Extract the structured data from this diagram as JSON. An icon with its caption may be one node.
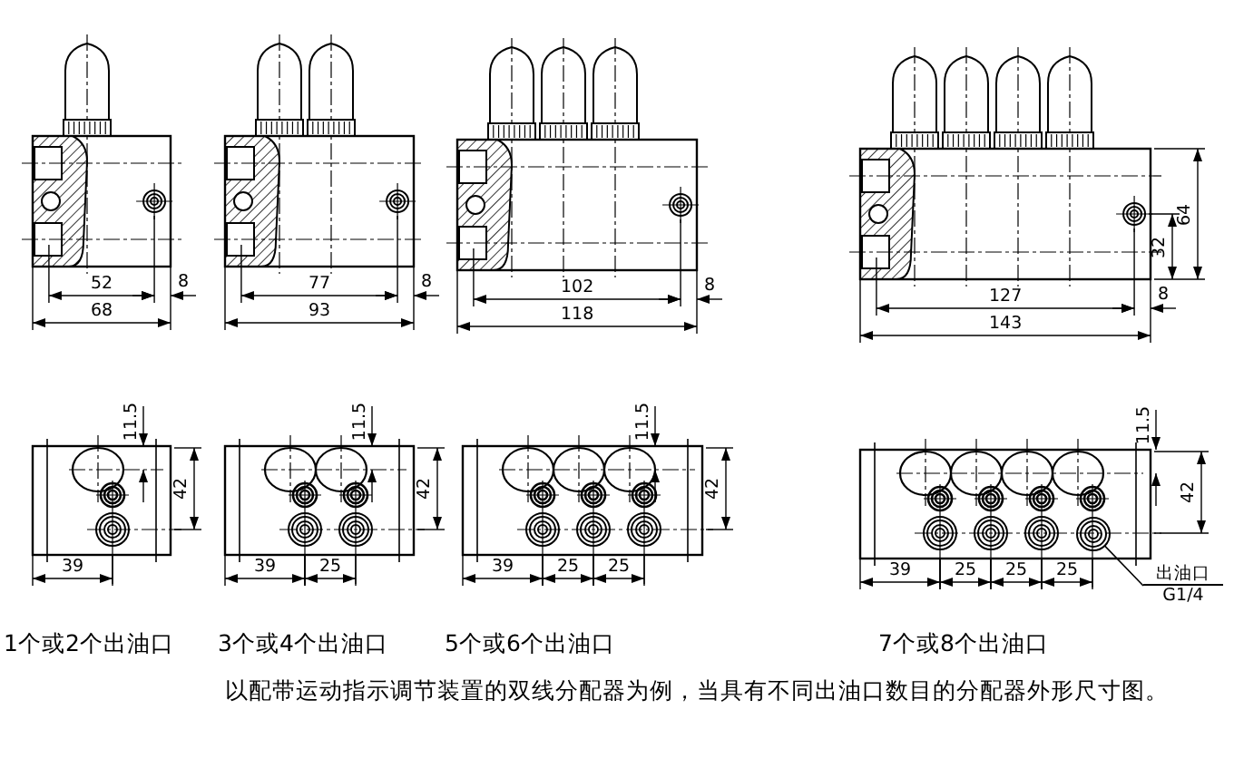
{
  "diagram": {
    "caption": "以配带运动指示调节装置的双线分配器为例，当具有不同出油口数目的分配器外形尺寸图。",
    "nodes": [
      {
        "text": [
          "出油口",
          "G1/4"
        ]
      },
      {
        "text": [],
        "shape": "circle"
      }
    ],
    "edges": [
      {
        "from": 0,
        "to": 1,
        "arrow": "none"
      }
    ],
    "labels": [
      "52",
      "8",
      "68",
      "77",
      "8",
      "93",
      "102",
      "8",
      "118",
      "64",
      "32",
      "127",
      "8",
      "143",
      "11.5",
      "42",
      "39",
      "11.5",
      "42",
      "39",
      "25",
      "11.5",
      "42",
      "39",
      "25",
      "25",
      "11.5",
      "42",
      "39",
      "25",
      "25",
      "25",
      "1个或2个出油口",
      "3个或4个出油口",
      "5个或6个出油口",
      "7个或8个出油口"
    ]
  }
}
